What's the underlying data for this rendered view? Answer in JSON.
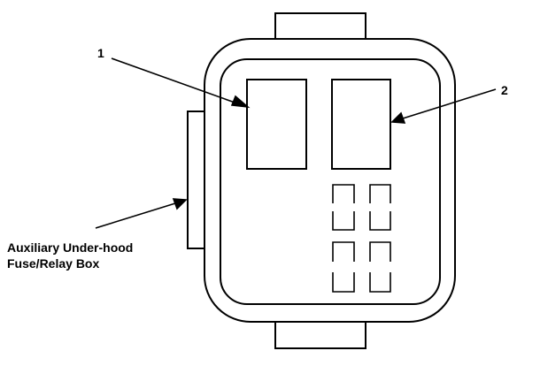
{
  "labels": {
    "callout_1": "1",
    "callout_2": "2",
    "box_line1": "Auxiliary Under-hood",
    "box_line2": "Fuse/Relay Box"
  }
}
